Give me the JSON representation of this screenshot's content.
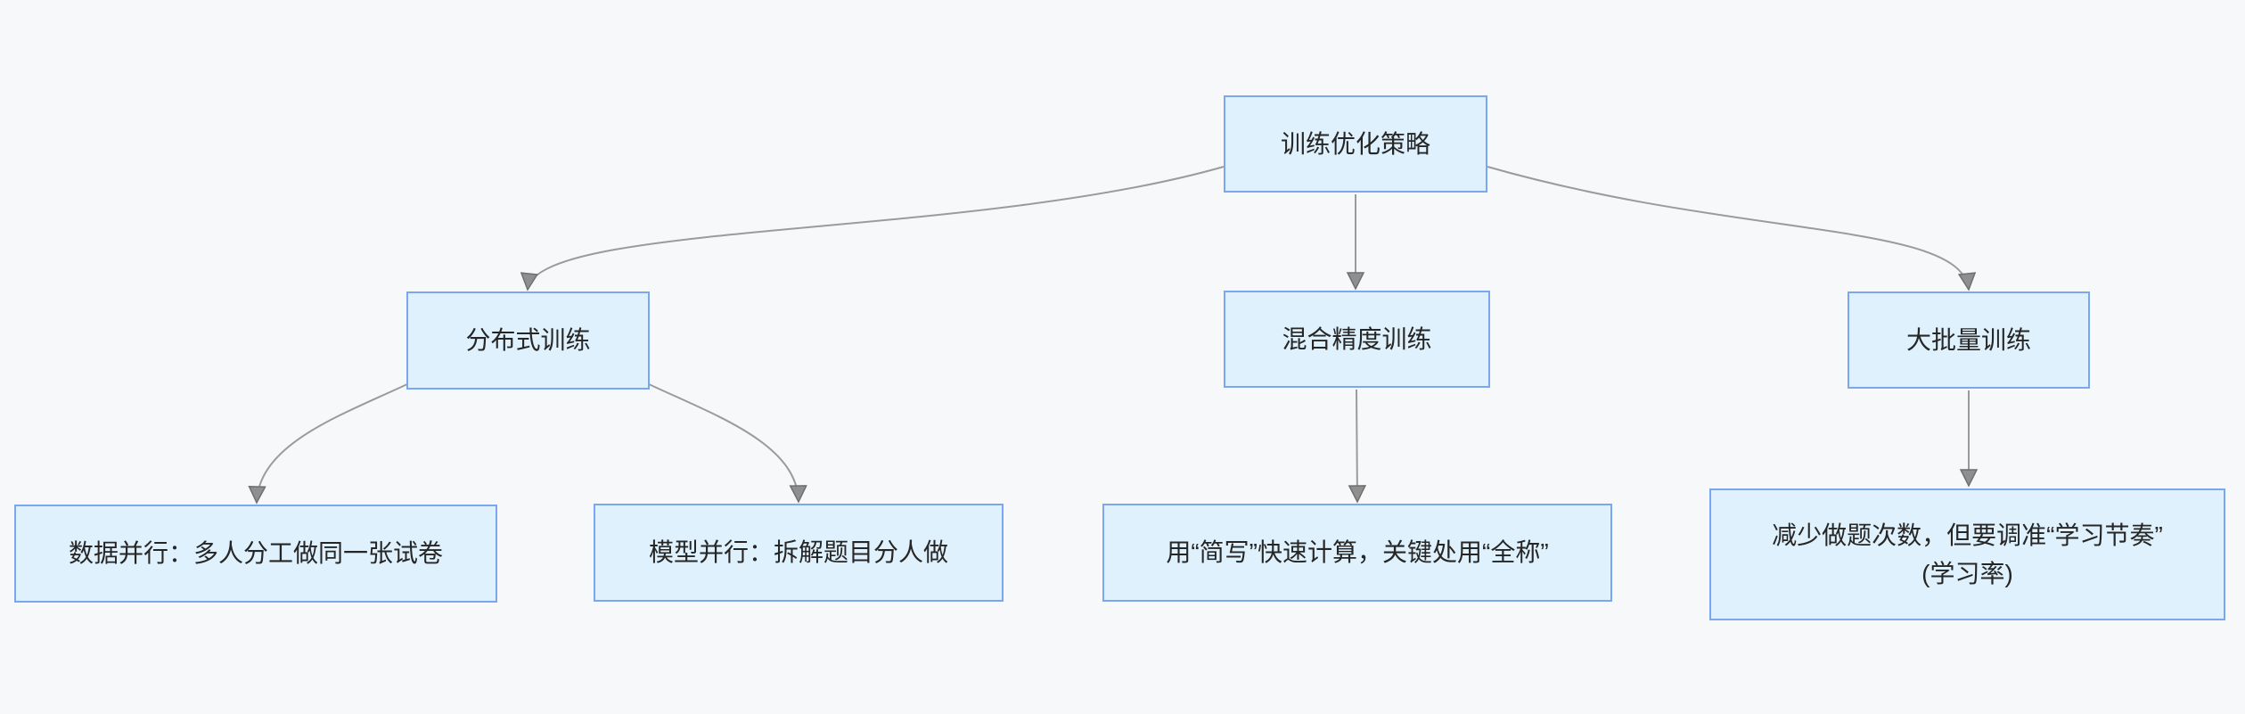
{
  "diagram": {
    "type": "flowchart",
    "direction": "top-down",
    "nodes": {
      "root": {
        "label": "训练优化策略"
      },
      "distributed": {
        "label": "分布式训练"
      },
      "mixed_precision": {
        "label": "混合精度训练"
      },
      "large_batch": {
        "label": "大批量训练"
      },
      "data_parallel": {
        "label": "数据并行：多人分工做同一张试卷"
      },
      "model_parallel": {
        "label": "模型并行：拆解题目分人做"
      },
      "mixed_precision_detail": {
        "label": "用“简写”快速计算，关键处用“全称”"
      },
      "large_batch_detail": {
        "label_line1": "减少做题次数，但要调准“学习节奏”",
        "label_line2": "(学习率)"
      }
    },
    "edges": [
      {
        "from": "root",
        "to": "distributed"
      },
      {
        "from": "root",
        "to": "mixed_precision"
      },
      {
        "from": "root",
        "to": "large_batch"
      },
      {
        "from": "distributed",
        "to": "data_parallel"
      },
      {
        "from": "distributed",
        "to": "model_parallel"
      },
      {
        "from": "mixed_precision",
        "to": "mixed_precision_detail"
      },
      {
        "from": "large_batch",
        "to": "large_batch_detail"
      }
    ],
    "colors": {
      "background": "#f7f8fa",
      "node_fill": "#dff1fc",
      "node_border": "#7aa7f0",
      "edge_line": "#9b9b9b",
      "arrowhead_fill": "#8f8f8f",
      "arrowhead_stroke": "#6f6f6f",
      "text": "#262626"
    }
  }
}
